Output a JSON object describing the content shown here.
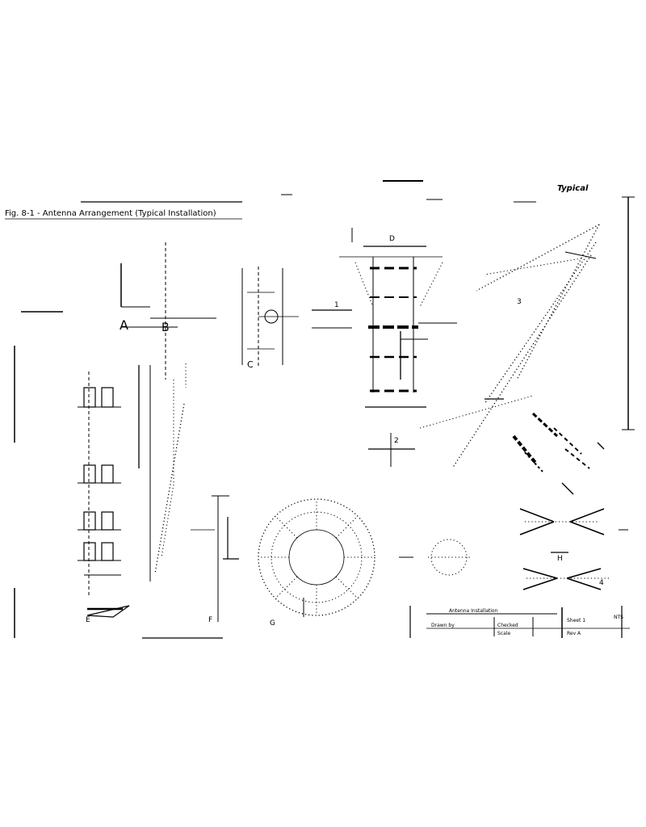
{
  "sheet": {
    "title": "Fig. 8-1 - Antenna Arrangement (Typical Installation)",
    "corner_label": "Typical",
    "labels": {
      "det_a": "A",
      "det_b": "B",
      "det_c": "C",
      "det_d": "D",
      "det_e": "E",
      "det_f": "F",
      "det_g": "G",
      "det_h": "H",
      "num_1": "1",
      "num_2": "2",
      "num_3": "3",
      "num_4": "4",
      "scale_note": "NTS"
    },
    "title_block": {
      "row1": "Antenna Installation",
      "cell_a": "Drawn by",
      "cell_b": "Checked",
      "cell_c": "Sheet 1",
      "cell_d": "Rev A",
      "cell_e": "Scale"
    }
  }
}
